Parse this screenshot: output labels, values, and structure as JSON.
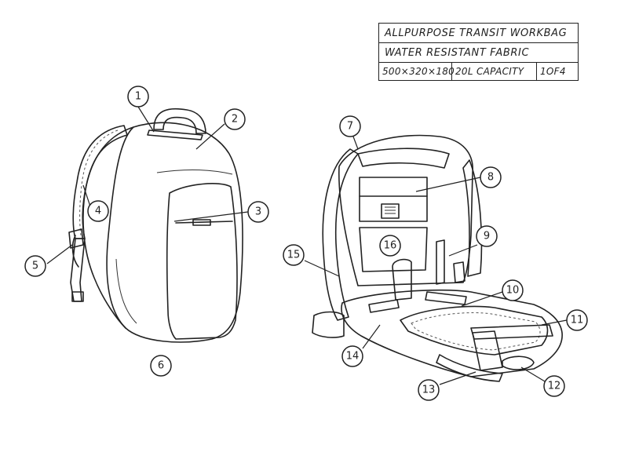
{
  "title_block": {
    "line1": "ALLPURPOSE TRANSIT WORKBAG",
    "line2": "WATER RESISTANT FABRIC",
    "dimensions": "500×320×180",
    "capacity": "20L CAPACITY",
    "sheet": "1OF4"
  },
  "callouts": [
    "1",
    "2",
    "3",
    "4",
    "5",
    "6",
    "7",
    "8",
    "9",
    "10",
    "11",
    "12",
    "13",
    "14",
    "15",
    "16"
  ],
  "colors": {
    "ink": "#222222",
    "panel_gray": "#b3b3b3",
    "light_gray": "#d9d9d9",
    "paper": "#ffffff"
  }
}
